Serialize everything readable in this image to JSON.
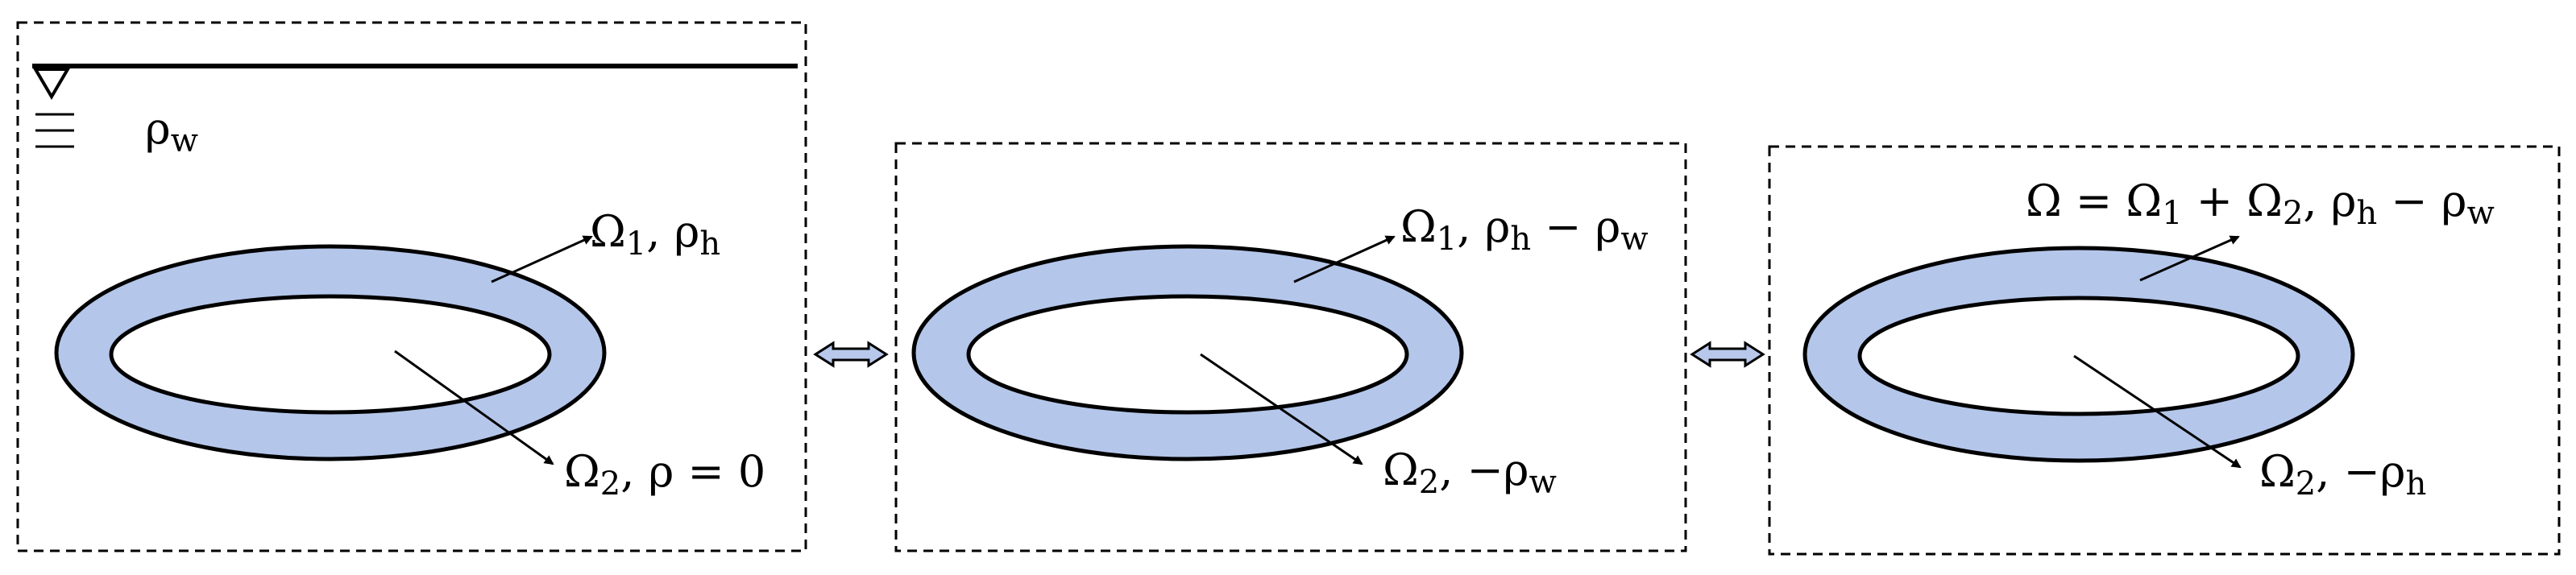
{
  "colors": {
    "ring_fill": "#b4c6ea",
    "stroke": "#000000",
    "background": "#ffffff",
    "arrow_fill": "#b8c8ea"
  },
  "water_symbol": {
    "icon": "water-level-icon",
    "density_label": "ρ_w"
  },
  "panels": [
    {
      "outer_label": "Ω₁, ρ_h",
      "inner_label": "Ω₂, ρ = 0"
    },
    {
      "outer_label": "Ω₁, ρ_h − ρ_w",
      "inner_label": "Ω₂, −ρ_w"
    },
    {
      "outer_label": "Ω = Ω₁ + Ω₂, ρ_h − ρ_w",
      "inner_label": "Ω₂, −ρ_h"
    }
  ],
  "connectors": [
    {
      "icon": "double-arrow-icon"
    },
    {
      "icon": "double-arrow-icon"
    }
  ]
}
